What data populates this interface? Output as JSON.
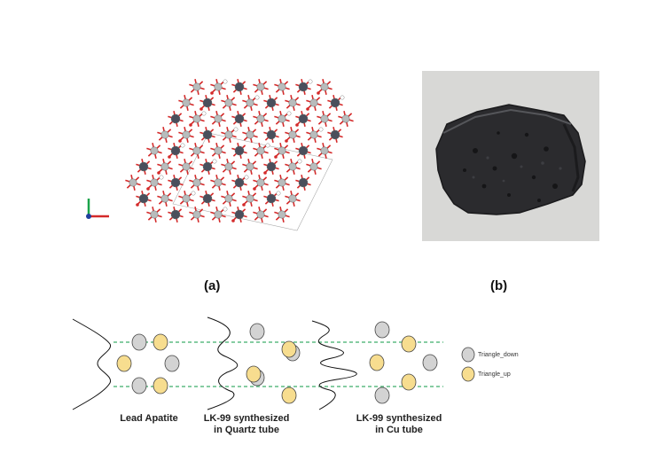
{
  "panel_a_label": "(a)",
  "panel_b_label": "(b)",
  "captions": {
    "lead_apatite": "Lead Apatite",
    "lk99_quartz_line1": "LK-99 synthesized",
    "lk99_quartz_line2": "in Quartz tube",
    "lk99_cu_line1": "LK-99 synthesized",
    "lk99_cu_line2": "in Cu tube"
  },
  "legend": {
    "triangle_down": "Triangle_down",
    "triangle_up": "Triangle_up"
  },
  "colors": {
    "triangle_down": "#d3d3d3",
    "triangle_up": "#f7dd8f",
    "guide_line": "#3fae6a",
    "pb_atom": "#b8bcbc",
    "o_atom": "#d42a2a",
    "p_atom": "#4a4f5c",
    "axis_green": "#1aa34a",
    "axis_red": "#d42a2a",
    "axis_blue": "#1f3f9e"
  },
  "icons": {
    "crystal_structure": "crystal-lattice-icon",
    "sample_photo": "black-rock-sample"
  }
}
